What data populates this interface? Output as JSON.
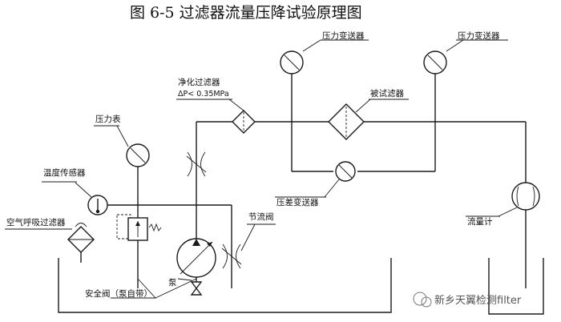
{
  "title": "图 6-5   过滤器流量压降试验原理图",
  "labels": {
    "pressure_transmitter_left": "压力变送器",
    "pressure_transmitter_right": "压力变送器",
    "clean_filter": "净化过滤器",
    "clean_filter_spec": "ΔP< 0.35MPa",
    "test_filter": "被试滤器",
    "pressure_gauge": "压力表",
    "temperature_sensor": "温度传感器",
    "breather_filter": "空气呼吸过滤器",
    "diff_pressure_transmitter": "压差变送器",
    "throttle_valve": "节流阀",
    "flow_meter": "流量计",
    "pump": "泵",
    "relief_valve": "安全阀（泵自带）"
  },
  "watermark": "新乡天翼检测filter",
  "colors": {
    "line": "#1a1a1a",
    "background": "#ffffff",
    "watermark": "#555555"
  }
}
